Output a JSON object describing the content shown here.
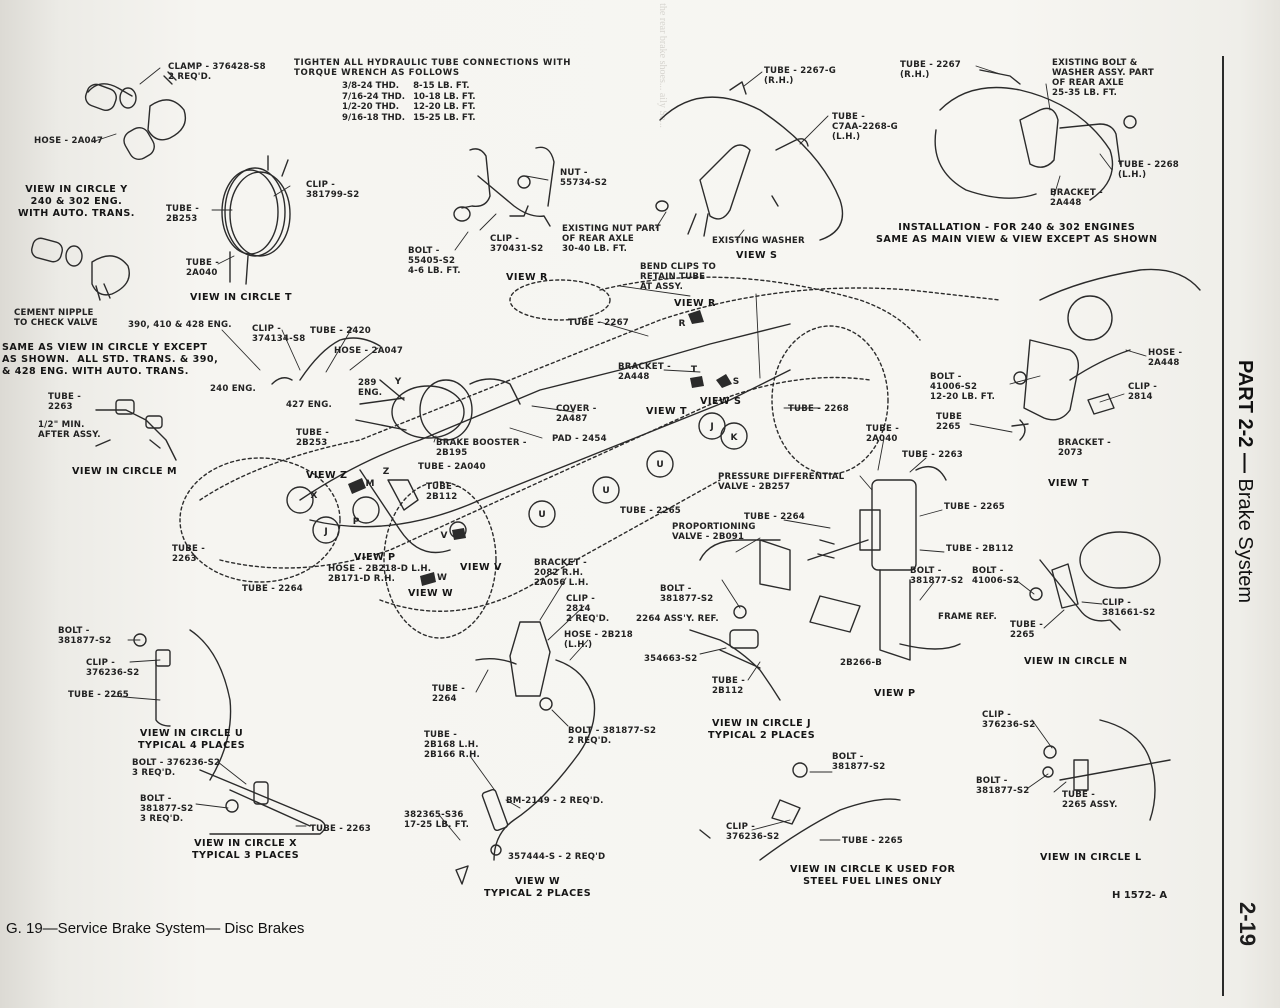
{
  "torque_note": {
    "heading": "TIGHTEN ALL HYDRAULIC TUBE CONNECTIONS WITH TORQUE WRENCH AS FOLLOWS",
    "rows": [
      {
        "size": "3/8-24 THD.",
        "torque": "8-15 LB. FT."
      },
      {
        "size": "7/16-24 THD.",
        "torque": "10-18 LB. FT."
      },
      {
        "size": "1/2-20 THD.",
        "torque": "12-20 LB. FT."
      },
      {
        "size": "9/16-18 THD.",
        "torque": "15-25 LB. FT."
      }
    ]
  },
  "labels": {
    "clamp": "CLAMP - 376428-S8\n2 REQ'D.",
    "hose_2a047_a": "HOSE - 2A047",
    "view_circle_y": "VIEW IN CIRCLE Y\n240 & 302 ENG.\nWITH AUTO. TRANS.",
    "clip_381799": "CLIP -\n381799-S2",
    "tube_2b253_t": "TUBE -\n2B253",
    "tube_2a040_t": "TUBE -\n2A040",
    "view_circle_t": "VIEW IN CIRCLE T",
    "cement_nipple": "CEMENT NIPPLE\nTO CHECK VALVE",
    "same_as_y": "SAME AS VIEW IN CIRCLE Y EXCEPT\nAS SHOWN.  ALL STD. TRANS. & 390,\n& 428 ENG. WITH AUTO. TRANS.",
    "nut": "NUT -\n55734-S2",
    "clip_370431": "CLIP -\n370431-S2",
    "bolt_55405": "BOLT -\n55405-S2\n4-6 LB. FT.",
    "view_r_cap": "VIEW R",
    "tube_2267g": "TUBE - 2267-G\n(R.H.)",
    "tube_c7aa": "TUBE -\nC7AA-2268-G\n(L.H.)",
    "existing_nut": "EXISTING NUT PART\nOF REAR AXLE\n30-40 LB. FT.",
    "existing_washer": "EXISTING WASHER",
    "view_s_cap": "VIEW S",
    "tube_2267_rh": "TUBE - 2267\n(R.H.)",
    "existing_bolt": "EXISTING BOLT &\nWASHER ASSY. PART\nOF REAR AXLE\n25-35 LB. FT.",
    "tube_2268_lh": "TUBE - 2268\n(L.H.)",
    "bracket_2a448_top": "BRACKET -\n2A448",
    "installation": "INSTALLATION - FOR 240 & 302 ENGINES\nSAME AS MAIN VIEW & VIEW EXCEPT AS SHOWN",
    "eng_390": "390, 410 & 428 ENG.",
    "clip_374134": "CLIP -\n374134-S8",
    "tube_2420": "TUBE - 2420",
    "hose_2a047_b": "HOSE - 2A047",
    "eng_240": "240 ENG.",
    "eng_427": "427 ENG.",
    "eng_289": "289\nENG.",
    "tube_2263_m": "TUBE -\n2263",
    "min_after": "1/2\" MIN.\nAFTER ASSY.",
    "view_circle_m": "VIEW IN CIRCLE M",
    "tube_2b253_main": "TUBE -\n2B253",
    "brake_booster": "BRAKE BOOSTER -\n2B195",
    "tube_2a040_main": "TUBE - 2A040",
    "tube_2b112_main": "TUBE -\n2B112",
    "cover": "COVER -\n2A487",
    "pad": "PAD - 2454",
    "bend_clips": "BEND CLIPS TO\nRETAIN TUBE\nAT ASSY.",
    "tube_2267_main": "TUBE - 2267",
    "bracket_2a448_main": "BRACKET -\n2A448",
    "tube_2268_main": "TUBE - 2268",
    "tube_2265_main": "TUBE - 2265",
    "view_z": "VIEW Z",
    "view_p_main": "VIEW P",
    "view_v": "VIEW V",
    "view_w_main": "VIEW W",
    "view_t_main": "VIEW T",
    "view_s_main": "VIEW S",
    "view_r_main": "VIEW R",
    "tube_2263_main": "TUBE -\n2263",
    "hose_2b218": "HOSE - 2B218-D L.H.\n2B171-D R.H.",
    "tube_2264_main": "TUBE - 2264",
    "hose_2448": "HOSE -\n2A448",
    "bolt_41006_t": "BOLT -\n41006-S2\n12-20 LB. FT.",
    "clip_2814_t": "CLIP -\n2814",
    "tube_2265_t": "TUBE\n2265",
    "bracket_2073": "BRACKET -\n2073",
    "view_t_cap": "VIEW T",
    "tube_2a040_p": "TUBE -\n2A040",
    "tube_2263_p": "TUBE - 2263",
    "pressure_diff": "PRESSURE DIFFERENTIAL\nVALVE - 2B257",
    "tube_2264_p": "TUBE - 2264",
    "tube_2265_p": "TUBE - 2265",
    "proportioning": "PROPORTIONING\nVALVE - 2B091",
    "tube_2b112_p": "TUBE - 2B112",
    "bolt_381877_p": "BOLT -\n381877-S2",
    "frame_ref": "FRAME REF.",
    "bracket_2b266": "2B266-B",
    "view_p_cap": "VIEW P",
    "bracket_2082": "BRACKET -\n2082 R.H.\n2A056 L.H.",
    "clip_2814_w": "CLIP -\n2814\n2 REQ'D.",
    "hose_2b218_w": "HOSE - 2B218\n(L.H.)",
    "tube_2264_w": "TUBE -\n2264",
    "bolt_381877_w": "BOLT - 381877-S2\n2 REQ'D.",
    "tube_2b168": "TUBE -\n2B168 L.H.\n2B166 R.H.",
    "bm_2149": "BM-2149 - 2 REQ'D.",
    "bolt_382365": "382365-S36\n17-25 LB. FT.",
    "bolt_357444": "357444-S - 2 REQ'D",
    "view_w_cap": "VIEW W\nTYPICAL 2 PLACES",
    "bolt_381877_j": "BOLT -\n381877-S2",
    "assy_2264": "2264 ASS'Y. REF.",
    "part_354663": "354663-S2",
    "tube_2b112_j": "TUBE -\n2B112",
    "view_circle_j": "VIEW IN CIRCLE J\nTYPICAL 2 PLACES",
    "bolt_41006_n": "BOLT -\n41006-S2",
    "clip_381661": "CLIP -\n381661-S2",
    "tube_2265_n": "TUBE -\n2265",
    "view_circle_n": "VIEW IN CIRCLE N",
    "bolt_381877_u": "BOLT -\n381877-S2",
    "clip_376236_u": "CLIP -\n376236-S2",
    "tube_2265_u": "TUBE - 2265",
    "view_circle_u": "VIEW IN CIRCLE U\nTYPICAL 4 PLACES",
    "bolt_376236_x": "BOLT - 376236-S2\n3 REQ'D.",
    "bolt_381877_x": "BOLT -\n381877-S2\n3 REQ'D.",
    "tube_2263_x": "TUBE - 2263",
    "view_circle_x": "VIEW IN CIRCLE X\nTYPICAL 3 PLACES",
    "bolt_381877_k": "BOLT -\n381877-S2",
    "clip_376236_k": "CLIP -\n376236-S2",
    "tube_2265_k": "TUBE - 2265",
    "view_circle_k": "VIEW IN CIRCLE K USED FOR\nSTEEL FUEL LINES ONLY",
    "clip_376236_l": "CLIP -\n376236-S2",
    "bolt_381877_l": "BOLT -\n381877-S2",
    "tube_2265_l": "TUBE -\n2265 ASSY.",
    "view_circle_l": "VIEW IN CIRCLE L"
  },
  "callout_letters": [
    "X",
    "Z",
    "M",
    "P",
    "V",
    "W",
    "U",
    "U",
    "U",
    "J",
    "K",
    "J",
    "T",
    "S",
    "R",
    "Y"
  ],
  "figure_caption": "G. 19—Service Brake System— Disc Brakes",
  "figure_code": "H 1572- A",
  "side_title": {
    "part": "PART 2-2",
    "dash": " — ",
    "title": "Brake System"
  },
  "page_number": "2-19"
}
